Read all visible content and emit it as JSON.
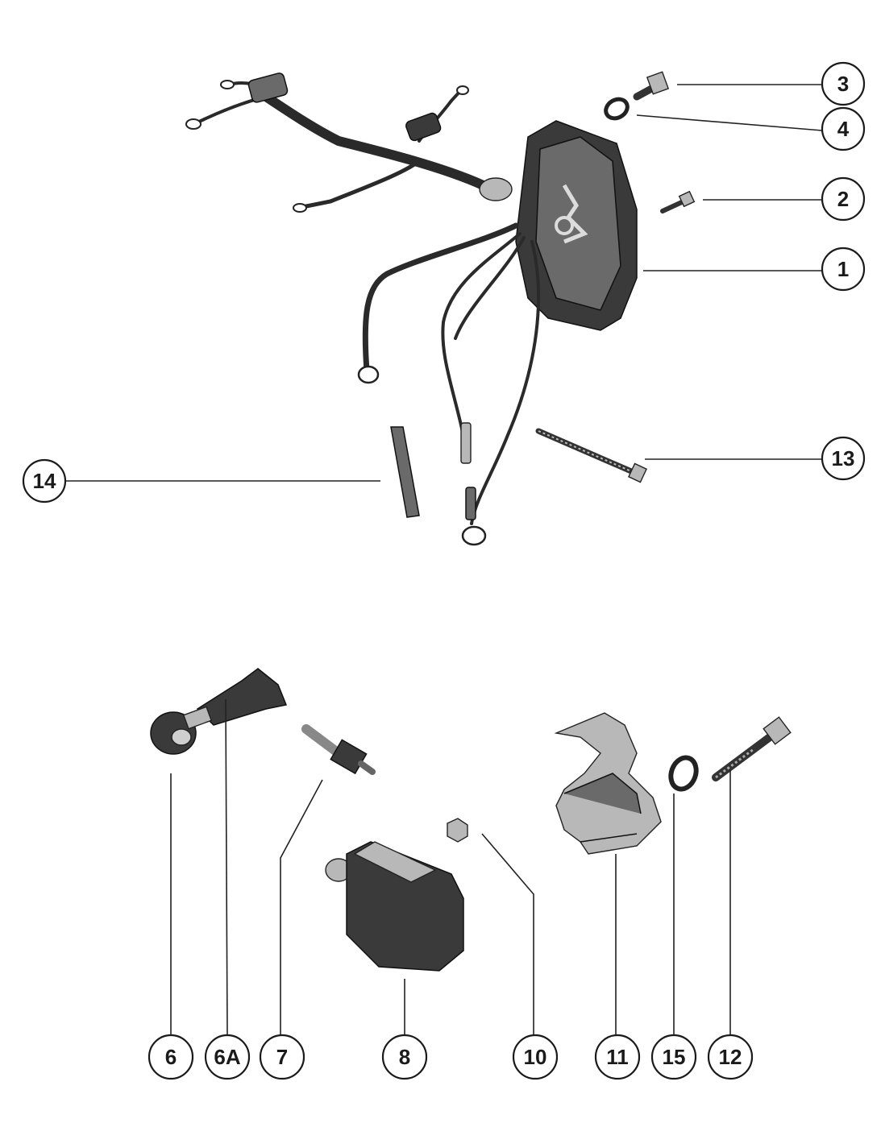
{
  "callouts": [
    {
      "id": "c1",
      "label": "1"
    },
    {
      "id": "c2",
      "label": "2"
    },
    {
      "id": "c3",
      "label": "3"
    },
    {
      "id": "c4",
      "label": "4"
    },
    {
      "id": "c6",
      "label": "6"
    },
    {
      "id": "c6a",
      "label": "6A"
    },
    {
      "id": "c7",
      "label": "7"
    },
    {
      "id": "c8",
      "label": "8"
    },
    {
      "id": "c10",
      "label": "10"
    },
    {
      "id": "c11",
      "label": "11"
    },
    {
      "id": "c12",
      "label": "12"
    },
    {
      "id": "c13",
      "label": "13"
    },
    {
      "id": "c14",
      "label": "14"
    },
    {
      "id": "c15",
      "label": "15"
    }
  ]
}
